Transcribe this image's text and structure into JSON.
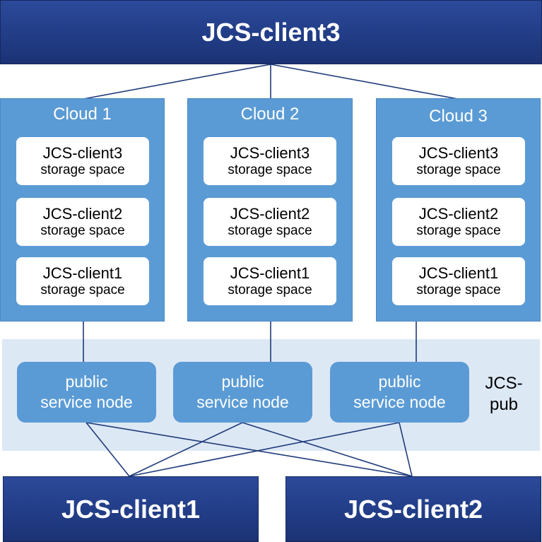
{
  "top_client": {
    "label": "JCS-client3"
  },
  "clouds": [
    {
      "title": "Cloud 1",
      "storage": [
        {
          "client": "JCS-client3",
          "label": "storage space"
        },
        {
          "client": "JCS-client2",
          "label": "storage space"
        },
        {
          "client": "JCS-client1",
          "label": "storage space"
        }
      ]
    },
    {
      "title": "Cloud 2",
      "storage": [
        {
          "client": "JCS-client3",
          "label": "storage space"
        },
        {
          "client": "JCS-client2",
          "label": "storage space"
        },
        {
          "client": "JCS-client1",
          "label": "storage space"
        }
      ]
    },
    {
      "title": "Cloud 3",
      "storage": [
        {
          "client": "JCS-client3",
          "label": "storage space"
        },
        {
          "client": "JCS-client2",
          "label": "storage space"
        },
        {
          "client": "JCS-client1",
          "label": "storage space"
        }
      ]
    }
  ],
  "pub": {
    "label_line1": "JCS-",
    "label_line2": "pub",
    "nodes": [
      {
        "line1": "public",
        "line2": "service node"
      },
      {
        "line1": "public",
        "line2": "service node"
      },
      {
        "line1": "public",
        "line2": "service node"
      }
    ]
  },
  "bottom_clients": [
    {
      "label": "JCS-client1"
    },
    {
      "label": "JCS-client2"
    }
  ],
  "colors": {
    "dark_blue": "#223d87",
    "mid_blue": "#5b9bd5",
    "band": "#dde8f5",
    "line": "#1f3b7a"
  }
}
